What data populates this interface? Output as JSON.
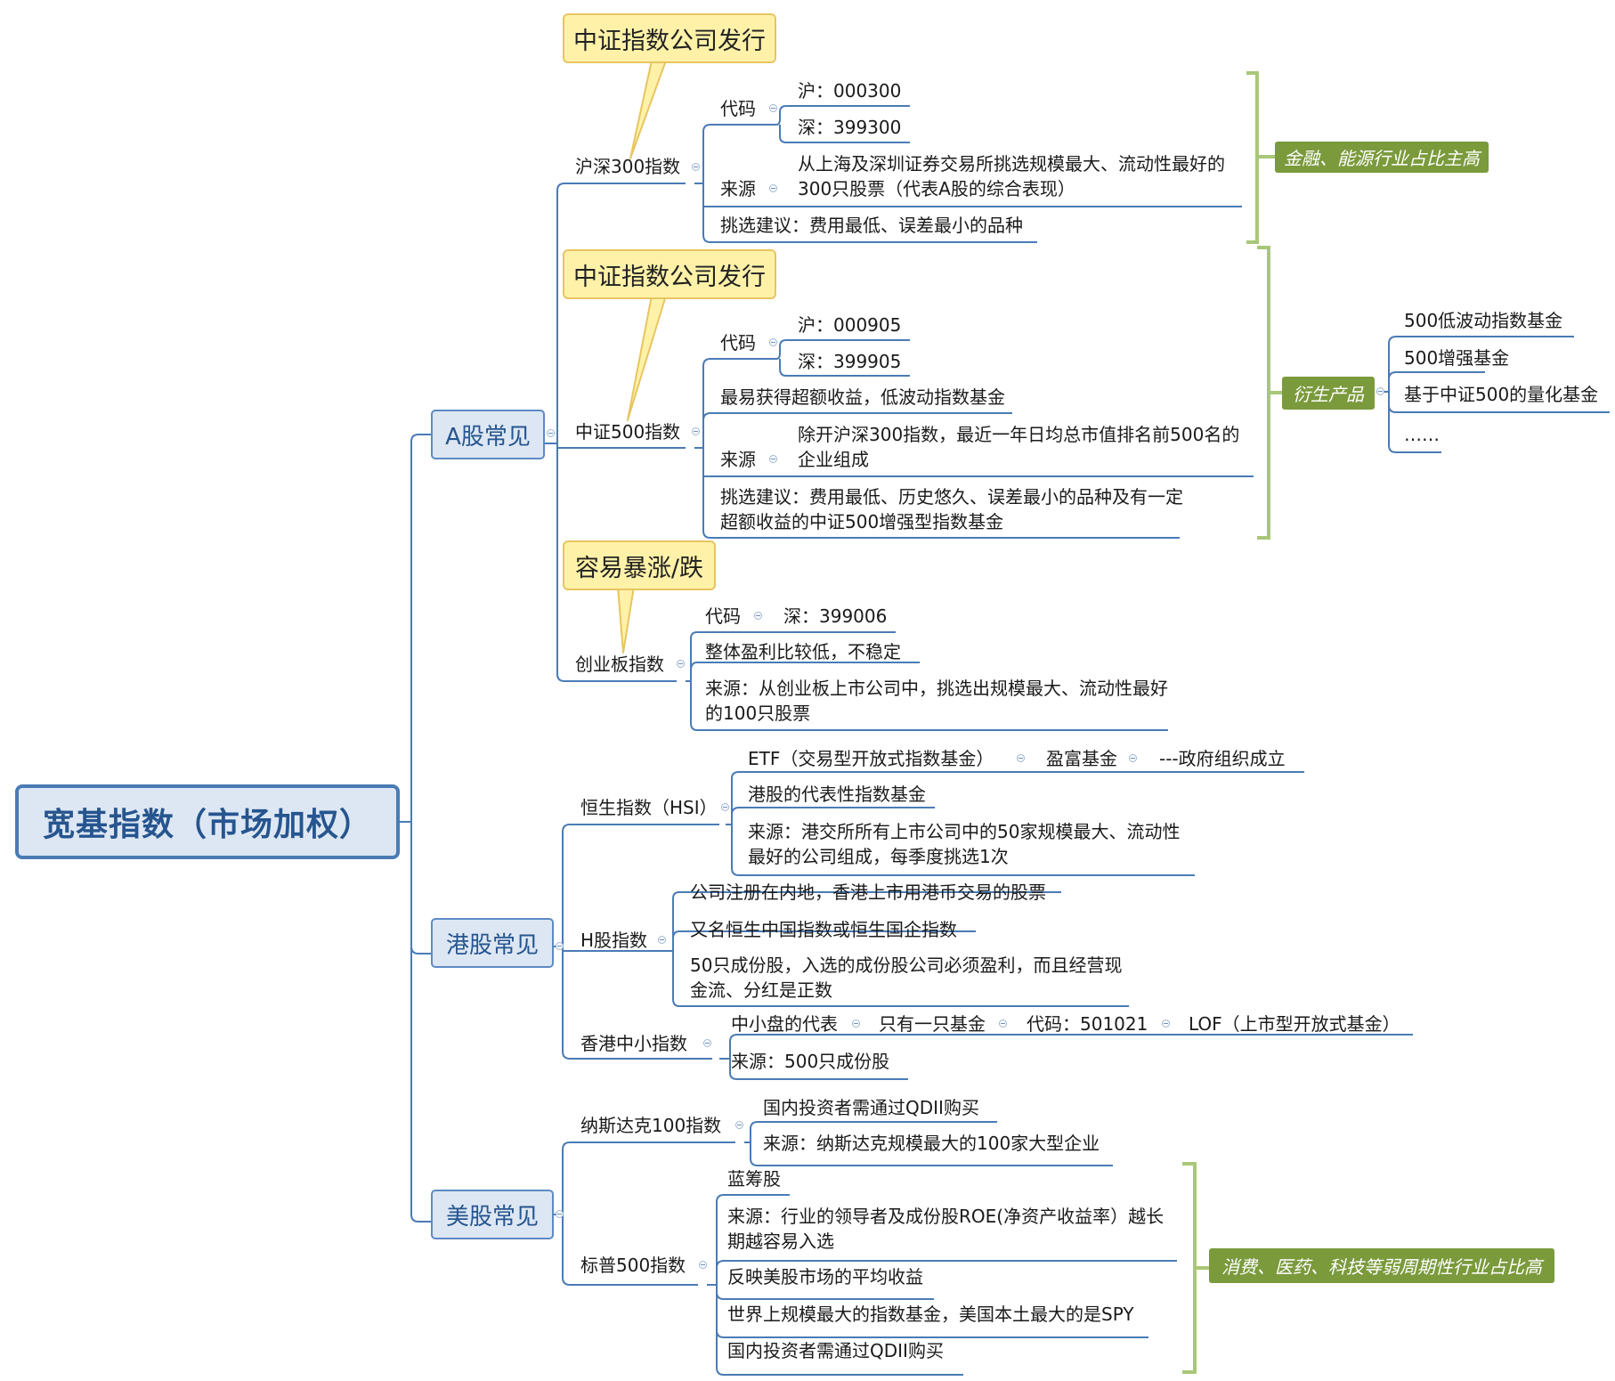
{
  "root": {
    "label": "宽基指数（市场加权）"
  },
  "markets": {
    "a": {
      "label": "A股常见"
    },
    "hk": {
      "label": "港股常见"
    },
    "us": {
      "label": "美股常见"
    }
  },
  "a_share": {
    "hs300": {
      "label": "沪深300指数",
      "callout": "中证指数公司发行",
      "code_label": "代码",
      "code_sh": "沪：000300",
      "code_sz": "深：399300",
      "source_label": "来源",
      "source_text": "从上海及深圳证券交易所挑选规模最大、流动性最好的300只股票（代表A股的综合表现）",
      "advice": "挑选建议：费用最低、误差最小的品种",
      "tag": "金融、能源行业占比主高"
    },
    "zz500": {
      "label": "中证500指数",
      "callout": "中证指数公司发行",
      "code_label": "代码",
      "code_sh": "沪：000905",
      "code_sz": "深：399905",
      "feature": "最易获得超额收益，低波动指数基金",
      "source_label": "来源",
      "source_text": "除开沪深300指数，最近一年日均总市值排名前500名的企业组成",
      "advice": "挑选建议：费用最低、历史悠久、误差最小的品种及有一定超额收益的中证500增强型指数基金",
      "derivative_tag": "衍生产品",
      "derivatives": [
        "500低波动指数基金",
        "500增强基金",
        "基于中证500的量化基金",
        "……"
      ]
    },
    "cyb": {
      "label": "创业板指数",
      "callout": "容易暴涨/跌",
      "code_label": "代码",
      "code_sz": "深：399006",
      "feature": "整体盈利比较低，不稳定",
      "source": "来源：从创业板上市公司中，挑选出规模最大、流动性最好的100只股票"
    }
  },
  "hk_share": {
    "hsi": {
      "label": "恒生指数（HSI）",
      "etf": "ETF（交易型开放式指数基金）",
      "etf_fund": "盈富基金",
      "etf_note": "---政府组织成立",
      "rep": "港股的代表性指数基金",
      "source": "来源：港交所所有上市公司中的50家规模最大、流动性最好的公司组成，每季度挑选1次"
    },
    "h": {
      "label": "H股指数",
      "item1": "公司注册在内地，香港上市用港币交易的股票",
      "item2": "又名恒生中国指数或恒生国企指数",
      "item3": "50只成份股，入选的成份股公司必须盈利，而且经营现金流、分红是正数"
    },
    "small": {
      "label": "香港中小指数",
      "item1": "中小盘的代表",
      "item2": "只有一只基金",
      "item3": "代码：501021",
      "item4": "LOF（上市型开放式基金）",
      "source": "来源：500只成份股"
    }
  },
  "us_share": {
    "ndx": {
      "label": "纳斯达克100指数",
      "item1": "国内投资者需通过QDII购买",
      "item2": "来源：纳斯达克规模最大的100家大型企业"
    },
    "sp500": {
      "label": "标普500指数",
      "item1": "蓝筹股",
      "item2": "来源：行业的领导者及成份股ROE(净资产收益率）越长期越容易入选",
      "item3": "反映美股市场的平均收益",
      "item4": "世界上规模最大的指数基金，美国本土最大的是SPY",
      "item5": "国内投资者需通过QDII购买",
      "tag": "消费、医药、科技等弱周期性行业占比高"
    }
  },
  "colors": {
    "line": "#4a7bb5",
    "tag": "#7a9a3c",
    "bracket": "#a9c778",
    "callout": "#fff2a8"
  }
}
